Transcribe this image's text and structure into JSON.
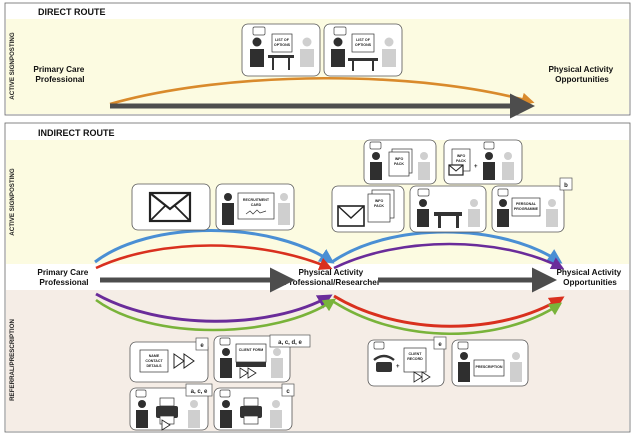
{
  "direct": {
    "title": "DIRECT ROUTE",
    "side_label": "ACTIVE SIGNPOSTING",
    "source_line1": "Primary Care",
    "source_line2": "Professional",
    "target_line1": "Physical Activity",
    "target_line2": "Opportunities",
    "card_list_line1": "LIST OF",
    "card_list_line2": "OPTIONS",
    "card_options_line1": "LIST OF",
    "card_options_line2": "OPTIONS"
  },
  "indirect": {
    "title": "INDIRECT ROUTE",
    "side_active": "ACTIVE SIGNPOSTING",
    "side_referral": "REFERRAL/PRESCRIPTION",
    "source_line1": "Primary Care",
    "source_line2": "Professional",
    "middle_line1": "Physical Activity",
    "middle_line2": "Professional/Researcher",
    "target_line1": "Physical Activity",
    "target_line2": "Opportunities",
    "recruitment_line1": "RECRUITMENT",
    "recruitment_line2": "CARD",
    "info_line1": "INFO",
    "info_line2": "PACK",
    "client_form": "CLIENT FORM",
    "name_line1": "NAME",
    "name_line2": "CONTACT",
    "name_line3": "DETAILS",
    "client_record_line1": "CLIENT",
    "client_record_line2": "RECORD",
    "prescription": "PRESCRIPTION",
    "personal_line1": "PERSONAL",
    "personal_line2": "PROGRAMME",
    "tags": {
      "b": "b",
      "e1": "e",
      "acde": "a, c, d, e",
      "ace": "a, c, e",
      "c": "c",
      "e2": "e"
    }
  },
  "colors": {
    "direct_band": "#fcfbe1",
    "active_band": "#fcfbe1",
    "referral_band": "#f5ede6",
    "main_arrow": "#4d4d4d",
    "blue_arc": "#4a8fd4",
    "red_arc": "#d9301e",
    "purple_arc": "#6a2c9a",
    "green_arc": "#79b33a",
    "orange_arc": "#d98a2c"
  },
  "icons": [
    "envelope-icon",
    "recruitment-card-icon",
    "info-pack-icon",
    "person-icon",
    "computer-icon",
    "printer-icon",
    "telephone-icon",
    "fast-forward-icon"
  ]
}
